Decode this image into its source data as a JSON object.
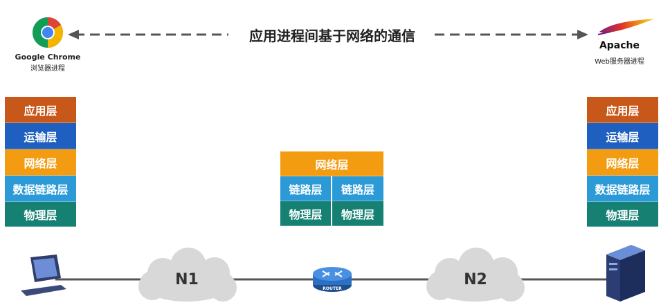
{
  "header": {
    "title": "应用进程间基于网络的通信"
  },
  "client": {
    "name": "Google Chrome",
    "subtitle": "浏览器进程"
  },
  "server": {
    "name": "Apache",
    "subtitle": "Web服务器进程"
  },
  "layers": {
    "application": "应用层",
    "transport": "运输层",
    "network": "网络层",
    "datalink": "数据链路层",
    "physical": "物理层"
  },
  "router_stack": {
    "network": "网络层",
    "link": "链路层",
    "physical": "物理层"
  },
  "router_icon_label": "ROUTER",
  "networks": {
    "n1": "N1",
    "n2": "N2"
  },
  "colors": {
    "application": "#c8571a",
    "transport": "#1e5fbf",
    "network": "#f39c12",
    "datalink": "#2b9ad6",
    "physical": "#168073"
  }
}
